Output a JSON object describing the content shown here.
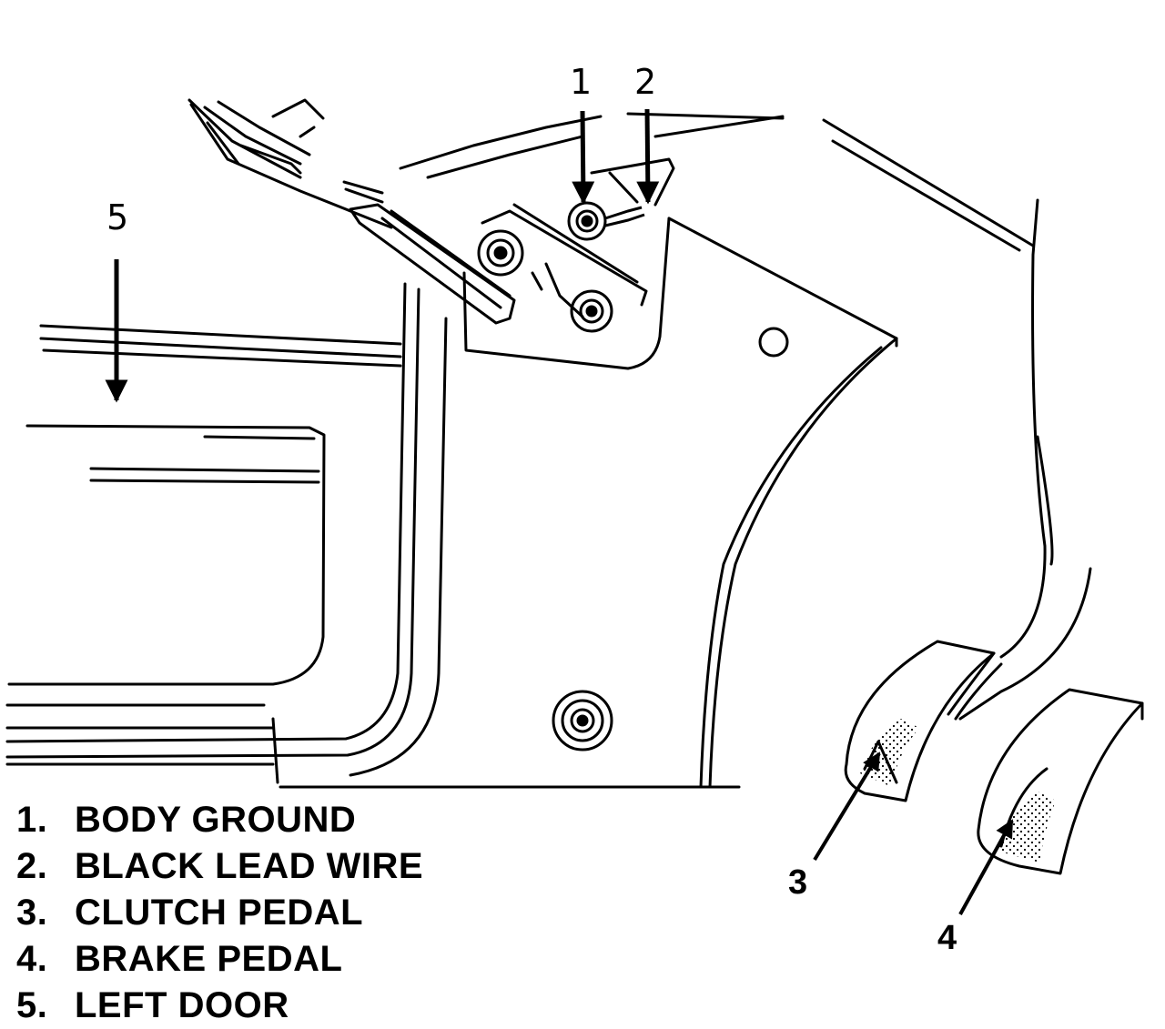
{
  "callouts": [
    {
      "id": "1",
      "label": "1"
    },
    {
      "id": "2",
      "label": "2"
    },
    {
      "id": "3",
      "label": "3"
    },
    {
      "id": "4",
      "label": "4"
    },
    {
      "id": "5",
      "label": "5"
    }
  ],
  "legend": [
    {
      "number": "1.",
      "text": "BODY GROUND"
    },
    {
      "number": "2.",
      "text": "BLACK LEAD WIRE"
    },
    {
      "number": "3.",
      "text": "CLUTCH PEDAL"
    },
    {
      "number": "4.",
      "text": "BRAKE PEDAL"
    },
    {
      "number": "5.",
      "text": "LEFT DOOR"
    }
  ]
}
